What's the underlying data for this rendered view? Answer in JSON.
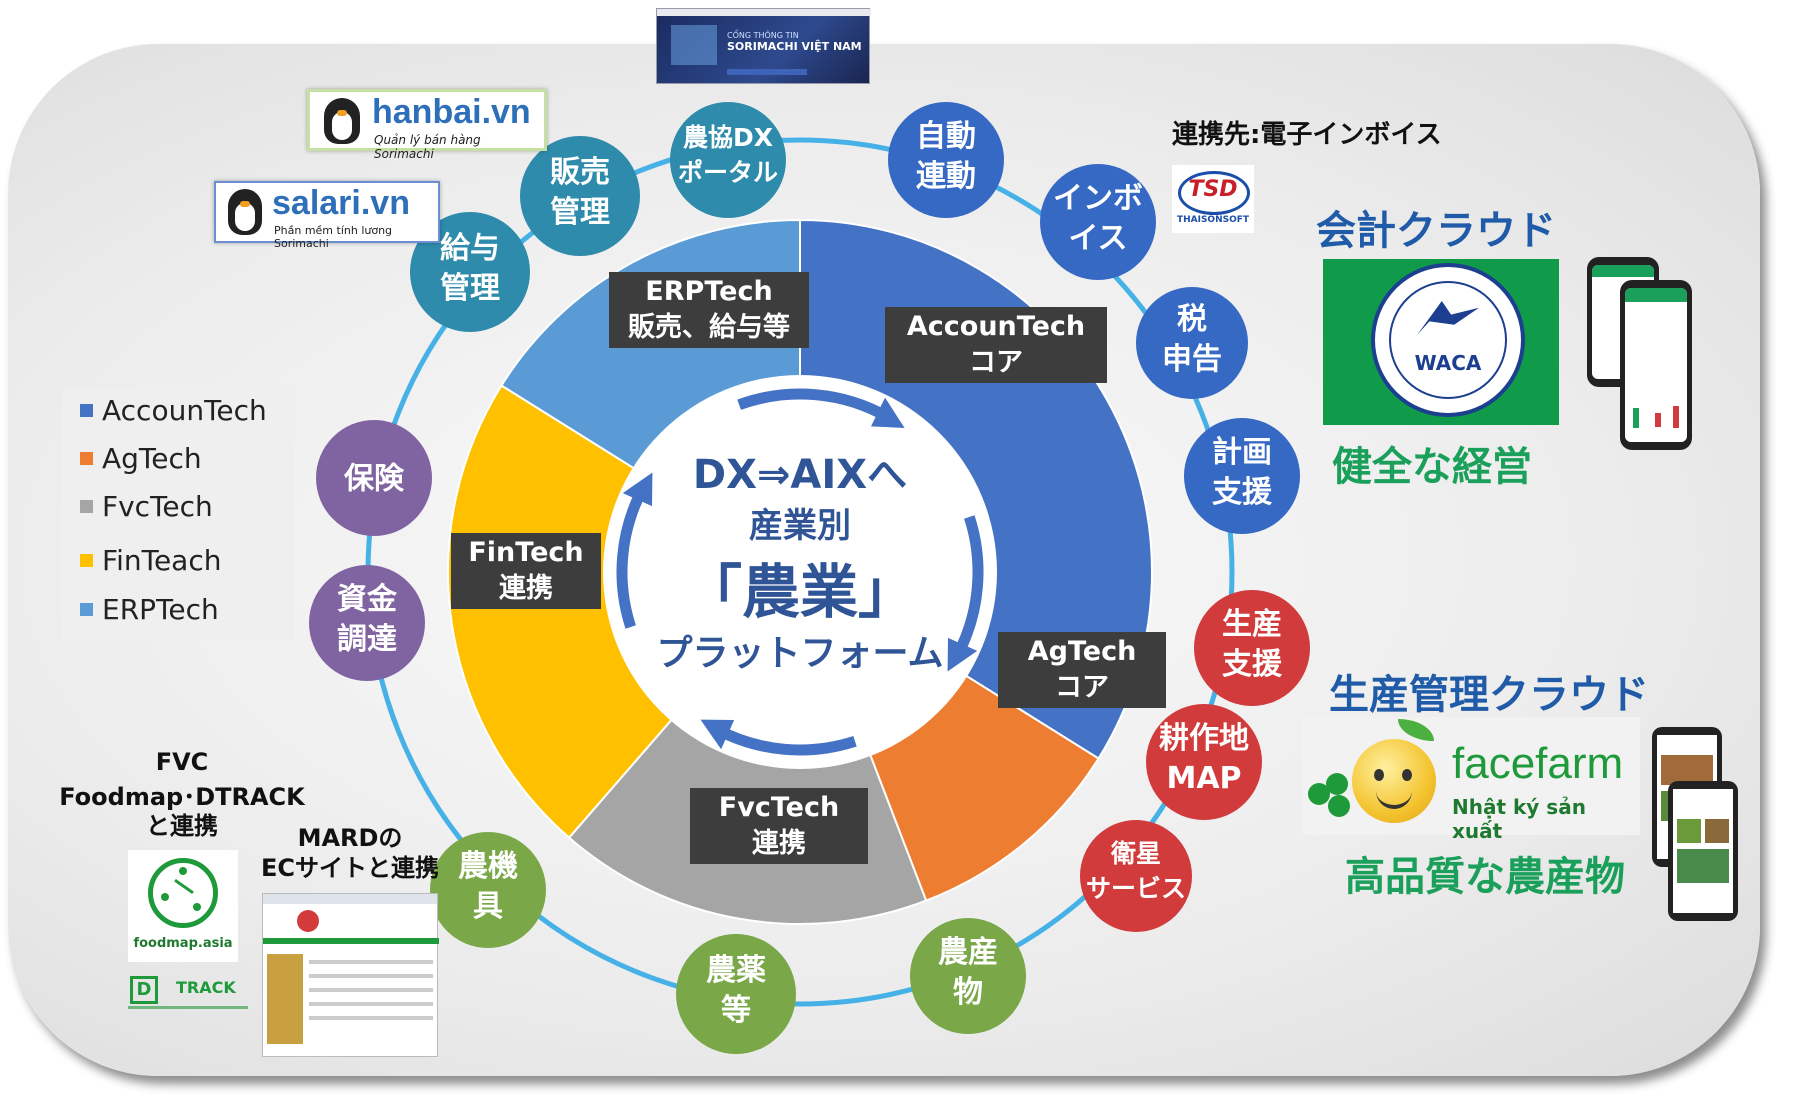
{
  "center": {
    "line1": "DX⇒AIXへ",
    "line2": "産業別",
    "line3": "「農業」",
    "line4": "プラットフォーム"
  },
  "segments": [
    {
      "id": "accountech",
      "line1": "AccounTech",
      "line2": "コア",
      "color": "#4472c4"
    },
    {
      "id": "agtech",
      "line1": "AgTech",
      "line2": "コア",
      "color": "#ed7d31"
    },
    {
      "id": "fvctech",
      "line1": "FvcTech",
      "line2": "連携",
      "color": "#a5a5a5"
    },
    {
      "id": "fintech",
      "line1": "FinTech",
      "line2": "連携",
      "color": "#ffc000"
    },
    {
      "id": "erptech",
      "line1": "ERPTech",
      "line2": "販売、給与等",
      "color": "#5b9bd5"
    }
  ],
  "legend": [
    {
      "label": "AccounTech",
      "color": "#4472c4"
    },
    {
      "label": "AgTech",
      "color": "#ed7d31"
    },
    {
      "label": "FvcTech",
      "color": "#a5a5a5"
    },
    {
      "label": "FinTeach",
      "color": "#ffc000"
    },
    {
      "label": "ERPTech",
      "color": "#5b9bd5"
    }
  ],
  "ring_nodes": [
    {
      "line1": "農協DX",
      "line2": "ポータル",
      "color": "#2e8bab"
    },
    {
      "line1": "自動",
      "line2": "連動",
      "color": "#3569c4"
    },
    {
      "line1": "インボ",
      "line2": "イス",
      "color": "#3569c4"
    },
    {
      "line1": "税",
      "line2": "申告",
      "color": "#3569c4"
    },
    {
      "line1": "計画",
      "line2": "支援",
      "color": "#3569c4"
    },
    {
      "line1": "生産",
      "line2": "支援",
      "color": "#d23b3b"
    },
    {
      "line1": "耕作地",
      "line2": "MAP",
      "color": "#d23b3b"
    },
    {
      "line1": "衛星",
      "line2": "サービス",
      "color": "#d23b3b"
    },
    {
      "line1": "農産",
      "line2": "物",
      "color": "#7aa747"
    },
    {
      "line1": "農薬",
      "line2": "等",
      "color": "#7aa747"
    },
    {
      "line1": "農機",
      "line2": "具",
      "color": "#7aa747"
    },
    {
      "line1": "資金",
      "line2": "調達",
      "color": "#8064a2"
    },
    {
      "line1": "保険",
      "line2": "",
      "color": "#8064a2"
    },
    {
      "line1": "給与",
      "line2": "管理",
      "color": "#2e8bab"
    },
    {
      "line1": "販売",
      "line2": "管理",
      "color": "#2e8bab"
    }
  ],
  "right": {
    "partner_label": "連携先:電子インボイス",
    "tsd_logo": "TSD",
    "tsd_sub": "THAISONSOFT",
    "accounting_title": "会計クラウド",
    "waca_text": "WACA",
    "accounting_caption": "健全な経営",
    "production_title": "生産管理クラウド",
    "facefarm_brand": "facefarm",
    "facefarm_sub": "Nhật ký sản xuất",
    "production_caption": "高品質な農産物"
  },
  "left": {
    "hanbai_brand": "hanbai.vn",
    "hanbai_sub": "Quản lý bán hàng Sorimachi",
    "salari_brand": "salari.vn",
    "salari_sub": "Phần mềm tính lương Sorimachi",
    "fvc_line1": "FVC",
    "fvc_line2": "Foodmap･DTRACK",
    "fvc_line3": "と連携",
    "mard_line1": "MARDの",
    "mard_line2": "ECサイトと連携",
    "foodmap_text": "foodmap.asia",
    "dtrack_d": "D",
    "dtrack_text": "TRACK"
  },
  "portal": {
    "line1": "CỔNG THÔNG TIN",
    "line2": "SORIMACHI VIỆT NAM"
  }
}
